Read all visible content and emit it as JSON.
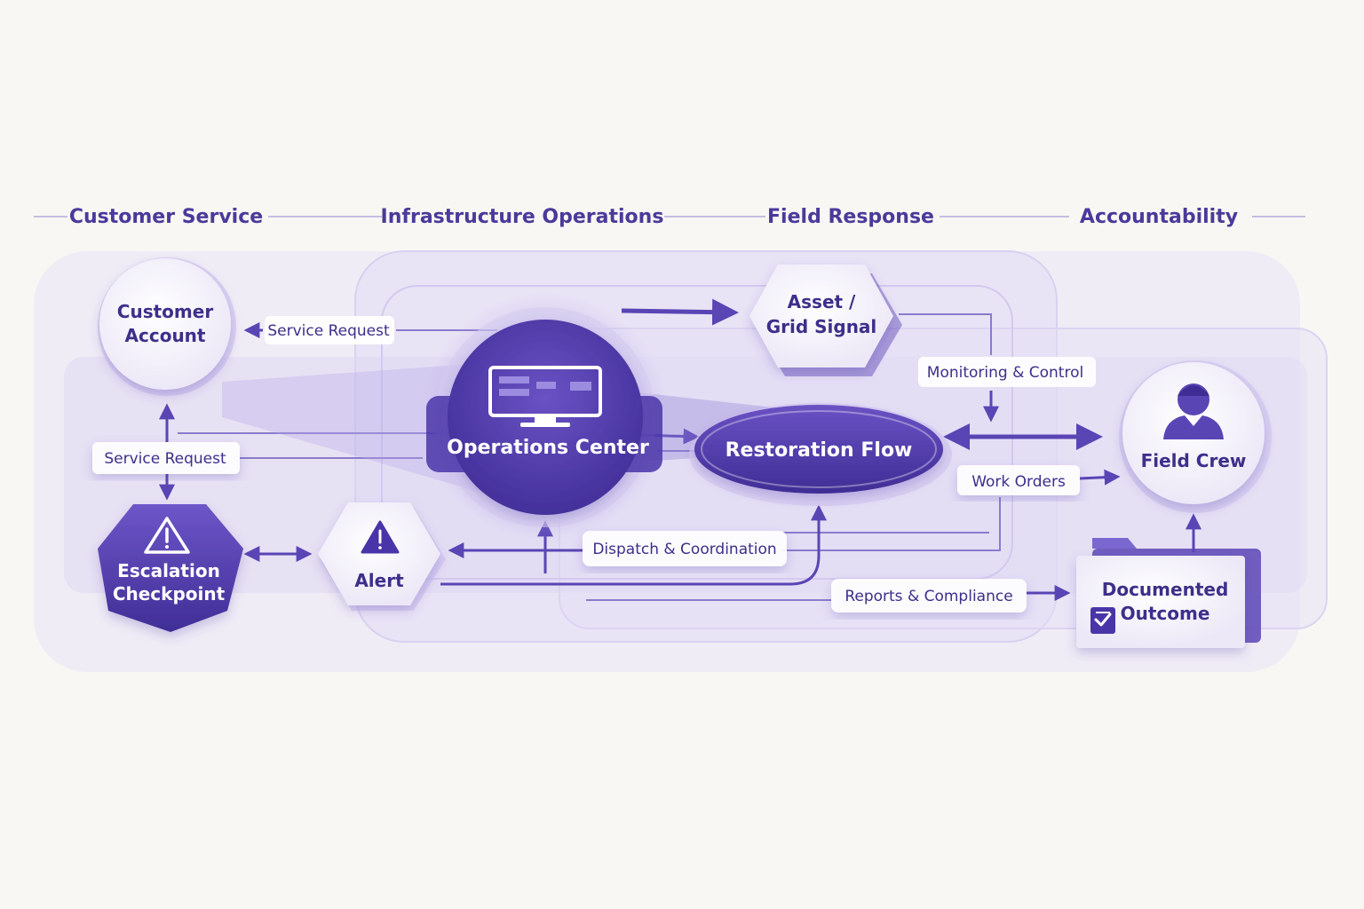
{
  "lanes": {
    "customer_service": "Customer Service",
    "infrastructure_operations": "Infrastructure Operations",
    "field_response": "Field Response",
    "accountability": "Accountability"
  },
  "nodes": {
    "customer_account": {
      "line1": "Customer",
      "line2": "Account"
    },
    "escalation_checkpoint": {
      "line1": "Escalation",
      "line2": "Checkpoint"
    },
    "alert": "Alert",
    "operations_center": "Operations Center",
    "asset_signal": {
      "line1": "Asset /",
      "line2": "Grid Signal"
    },
    "restoration_flow": "Restoration Flow",
    "field_crew": "Field Crew",
    "documented_outcome": {
      "line1": "Documented",
      "line2": "Outcome"
    }
  },
  "edges": {
    "service_request_top": "Service Request",
    "service_request_side": "Service Request",
    "monitoring_control": "Monitoring & Control",
    "work_orders": "Work Orders",
    "dispatch_coordination": "Dispatch & Coordination",
    "reports_compliance": "Reports & Compliance"
  },
  "colors": {
    "accent": "#4f3aa8",
    "accent_light": "#7a68d0",
    "lane_fill": "#e9e4f7",
    "text": "#3d2f8a"
  },
  "icons": {
    "operations_center": "monitor-icon",
    "escalation": "warning-icon",
    "alert": "warning-icon",
    "field_crew": "person-icon",
    "documented_outcome": "checklist-icon"
  }
}
